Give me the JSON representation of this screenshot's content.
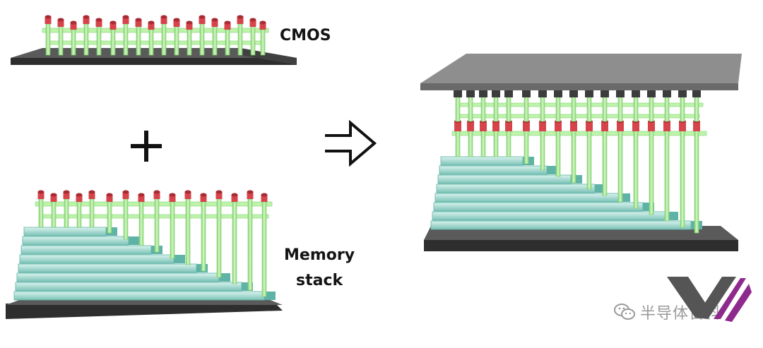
{
  "labels": {
    "cmos": "CMOS",
    "memory_line1": "Memory",
    "memory_line2": "stack"
  },
  "symbols": {
    "plus": "plus-sign",
    "arrow": "outlined-right-arrow"
  },
  "watermark": {
    "text": "半导体百科",
    "icon": "wechat-icon"
  },
  "colors": {
    "pillar": "#b7f2a4",
    "pillar_dark": "#7fcf6c",
    "cap": "#d6434b",
    "cap_dark": "#a82b33",
    "dark_cap": "#3c3c3c",
    "stack_light": "#bfe8e0",
    "stack_mid": "#5fb3a6",
    "base": "#3a3a3a",
    "top_plate": "#8c8c8c",
    "logo_dark": "#555555",
    "logo_purple": "#8e2a8e"
  }
}
